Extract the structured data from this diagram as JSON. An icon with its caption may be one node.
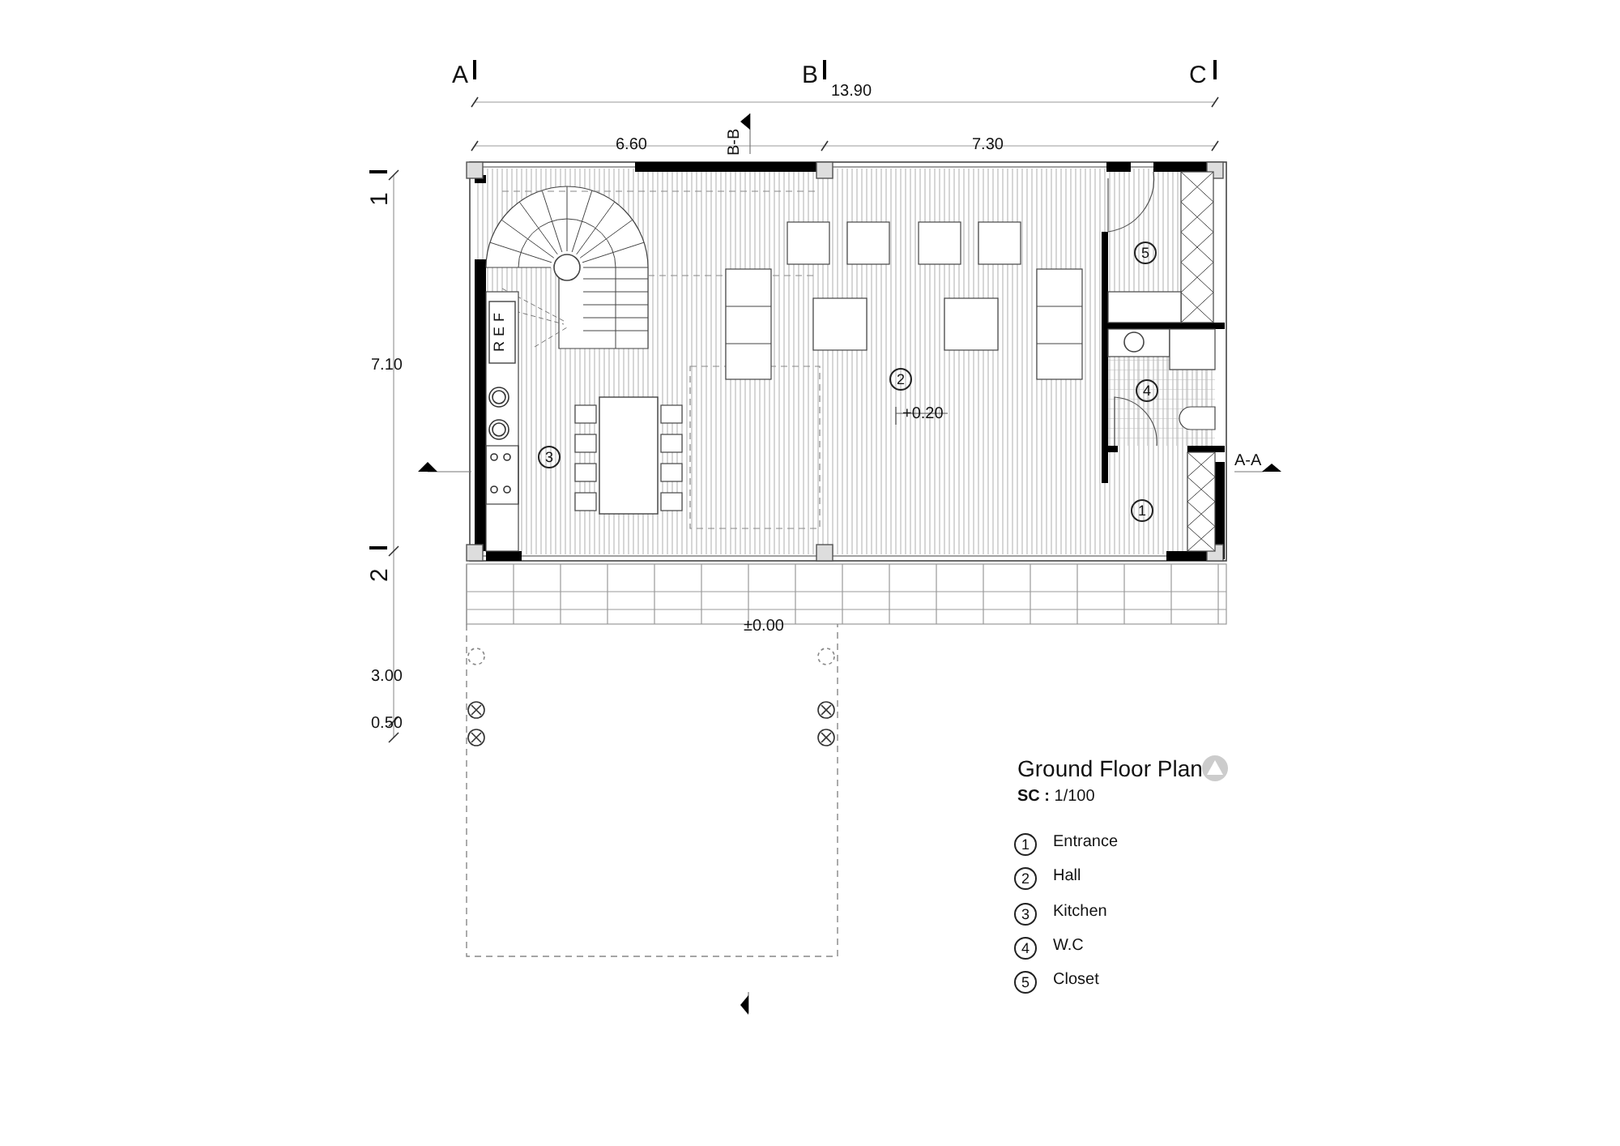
{
  "diagram": {
    "title": "Ground Floor Plan",
    "labels": [
      "A",
      "B",
      "C",
      "13.90",
      "6.60",
      "7.30",
      "B-B",
      "1",
      "5",
      "REF",
      "2",
      "4",
      "+0.20",
      "7.10",
      "3",
      "A-A",
      "1",
      "2",
      "±0.00",
      "3.00",
      "0.50",
      "**SC :** 1/100",
      "1",
      "Entrance",
      "2",
      "Hall",
      "3",
      "Kitchen",
      "4",
      "W.C",
      "5",
      "Closet"
    ]
  }
}
